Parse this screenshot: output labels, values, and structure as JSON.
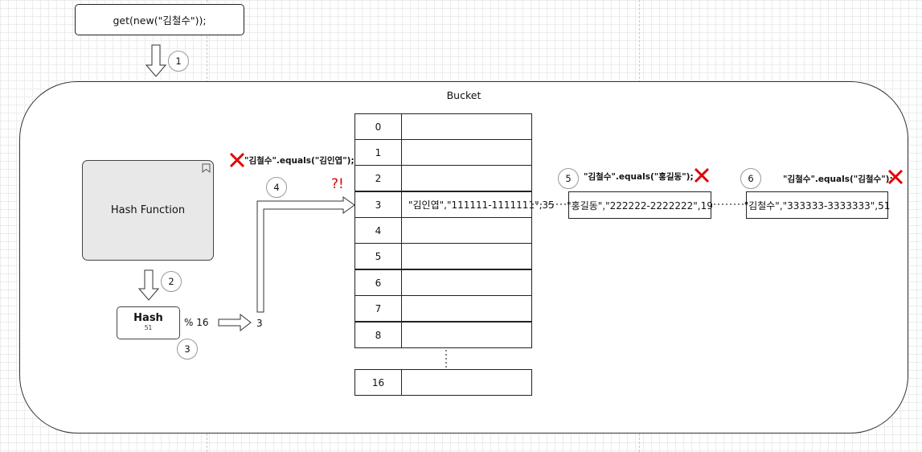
{
  "call_box": {
    "text": "get(new(\"김철수\"));"
  },
  "bucket": {
    "label": "Bucket"
  },
  "hash_function": {
    "label": "Hash Function"
  },
  "hash_box": {
    "title": "Hash",
    "value": "51"
  },
  "modulo": {
    "text": "% 16"
  },
  "modulo_result": {
    "text": "3"
  },
  "surprise": {
    "text": "?!"
  },
  "steps": [
    "1",
    "2",
    "3",
    "4",
    "5",
    "6"
  ],
  "table": {
    "indices": [
      "0",
      "1",
      "2",
      "3",
      "4",
      "5",
      "6",
      "7",
      "8"
    ],
    "slot3_value": "\"김인엽\",\"111111-1111111\",35",
    "last_index": "16"
  },
  "nodes": [
    {
      "text": "\"홍길동\",\"222222-2222222\",19"
    },
    {
      "text": "\"김철수\",\"333333-3333333\",51"
    }
  ],
  "compares": [
    {
      "text": "\"김철수\".equals(\"김인엽\");",
      "result": "mismatch"
    },
    {
      "text": "\"김철수\".equals(\"홍길동\");",
      "result": "mismatch"
    },
    {
      "text": "\"김철수\".equals(\"김철수\");",
      "result": "mismatch"
    }
  ],
  "colors": {
    "mismatch": "#e00000",
    "hash_function_fill": "#e8e8e8"
  }
}
